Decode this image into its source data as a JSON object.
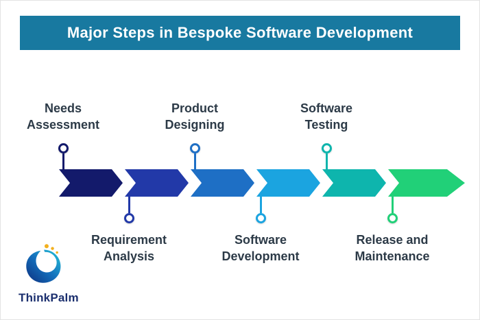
{
  "title": "Major Steps in Bespoke Software Development",
  "theme": {
    "banner_bg": "#1879A0",
    "label_color": "#2C3A47",
    "logo_text_color": "#1B2F6E",
    "logo_dot_color": "#F2B01E"
  },
  "steps": [
    {
      "label": "Needs Assessment",
      "side": "top",
      "color": "#131A6B"
    },
    {
      "label": "Requirement Analysis",
      "side": "bottom",
      "color": "#2239A8"
    },
    {
      "label": "Product Designing",
      "side": "top",
      "color": "#1E6FC5"
    },
    {
      "label": "Software Development",
      "side": "bottom",
      "color": "#1BA4E0"
    },
    {
      "label": "Software Testing",
      "side": "top",
      "color": "#0EB5AD"
    },
    {
      "label": "Release and Maintenance",
      "side": "bottom",
      "color": "#21D078"
    }
  ],
  "logo": {
    "text": "ThinkPalm"
  }
}
